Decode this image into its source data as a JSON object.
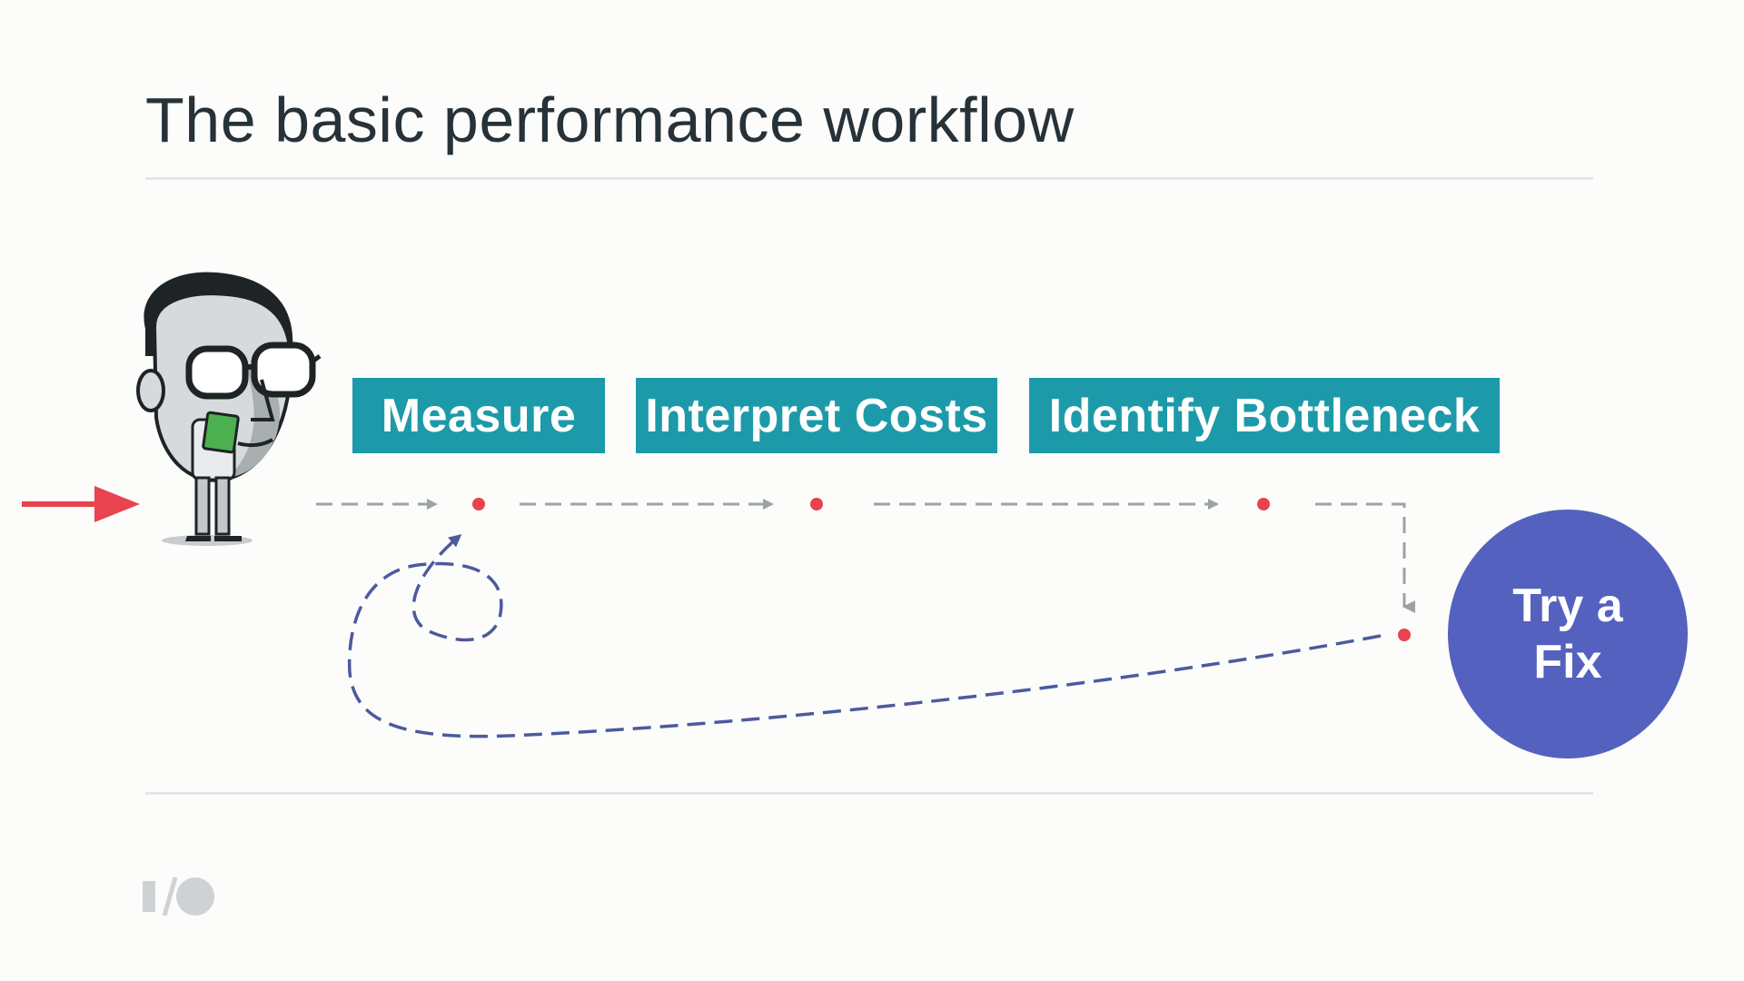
{
  "slide": {
    "title": "The basic performance workflow"
  },
  "steps": [
    {
      "label": "Measure"
    },
    {
      "label": "Interpret Costs"
    },
    {
      "label": "Identify Bottleneck"
    }
  ],
  "fix": {
    "label": "Try a\nFix"
  },
  "colors": {
    "step_fill": "#1d9aa9",
    "fix_fill": "#5461bf",
    "checkpoint_dot": "#e8434e",
    "entry_arrow": "#e8434e",
    "forward_arrow": "#9aa3a8",
    "loop_arrow": "#4c5a9e",
    "divider": "#e3e6e7"
  },
  "icons": {
    "presenter": "developer-character-illustration",
    "logo": "google-io-logo"
  }
}
